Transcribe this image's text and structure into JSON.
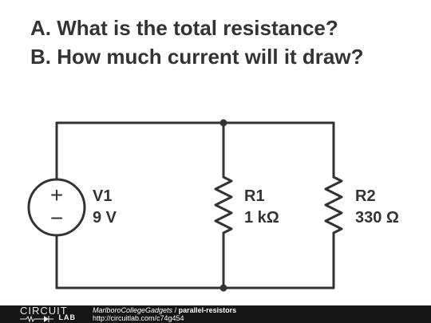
{
  "questions": {
    "a": "A. What is the total resistance?",
    "b": "B. How much current will it draw?"
  },
  "components": {
    "v1": {
      "name": "V1",
      "value": "9 V",
      "plus": "+",
      "minus": "−"
    },
    "r1": {
      "name": "R1",
      "value": "1 kΩ"
    },
    "r2": {
      "name": "R2",
      "value": "330 Ω"
    }
  },
  "footer": {
    "logo_top": "CIRCUIT",
    "logo_bottom": "LAB",
    "user": "MarlboroCollegeGadgets",
    "separator": " / ",
    "title": "parallel-resistors",
    "url": "http://circuitlab.com/c74g454"
  },
  "colors": {
    "wire": "#333333",
    "text": "#333333",
    "footer_bg": "#151515"
  }
}
